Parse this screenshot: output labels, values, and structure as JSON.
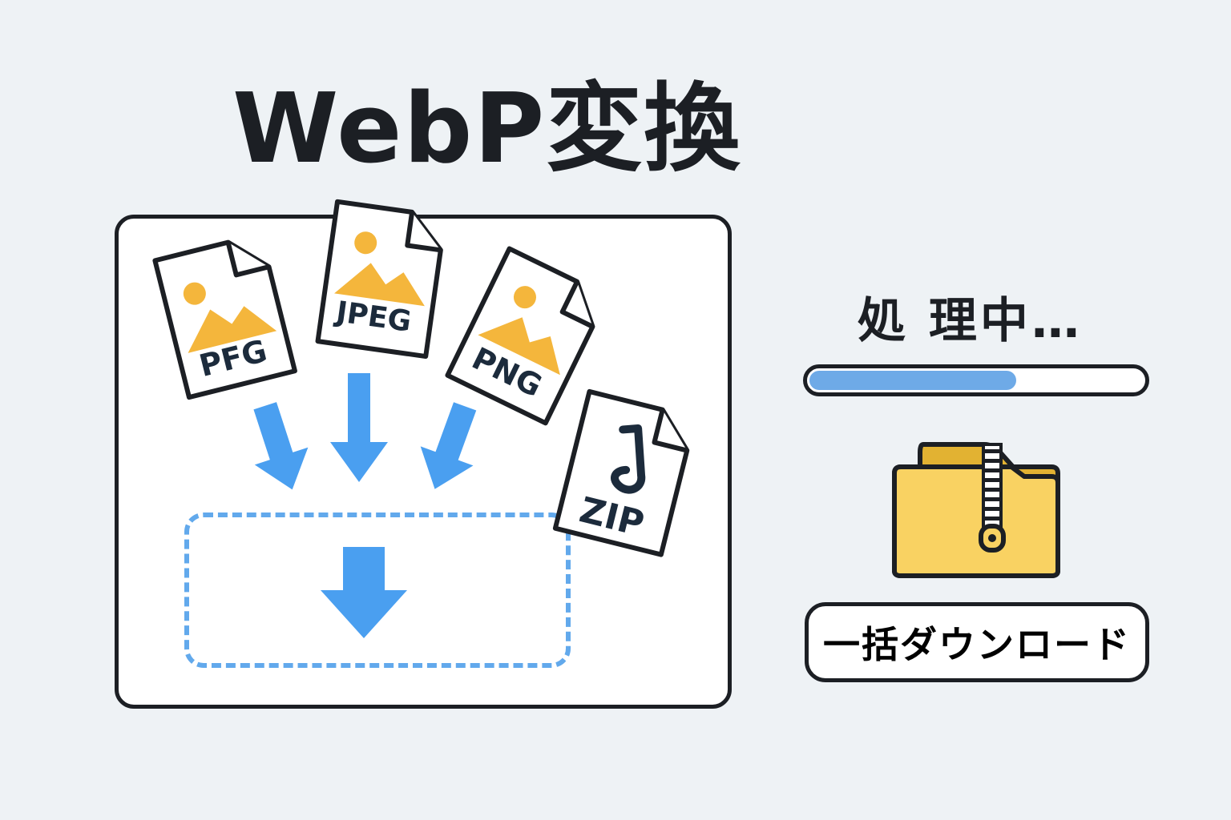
{
  "title": "WebP変換",
  "files": [
    {
      "label": "PFG",
      "kind": "image"
    },
    {
      "label": "JPEG",
      "kind": "image"
    },
    {
      "label": "PNG",
      "kind": "image"
    },
    {
      "label": "ZIP",
      "kind": "archive"
    }
  ],
  "status": {
    "text": "処 理中…",
    "progress_percent": 62
  },
  "download_button": {
    "label": "一括ダウンロード"
  },
  "icons": [
    "image-file-icon",
    "zip-file-icon",
    "down-arrow-icon",
    "zip-folder-icon"
  ],
  "colors": {
    "background": "#eef2f5",
    "outline": "#1c1f24",
    "accent_blue": "#4a9ff0",
    "progress_fill": "#6eaae7",
    "image_yellow": "#f4b63c",
    "folder_yellow": "#f9d262"
  }
}
